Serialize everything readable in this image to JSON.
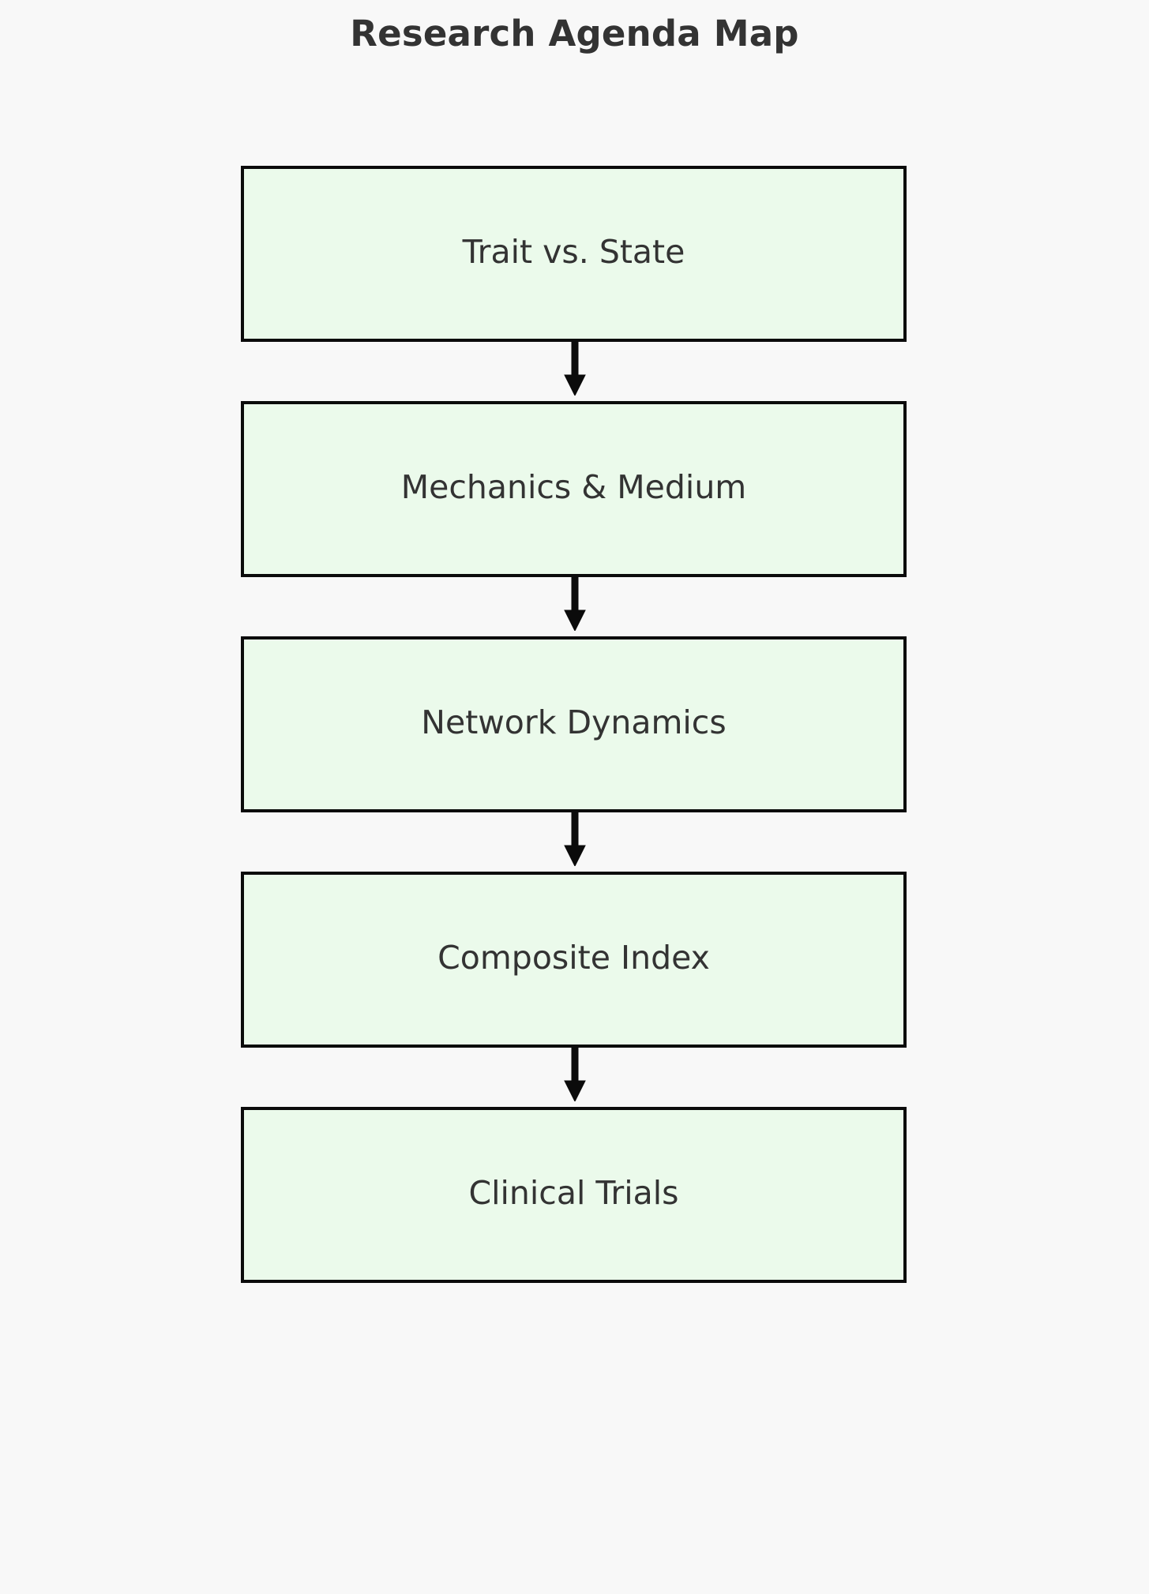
{
  "title": "Research Agenda Map",
  "theme": {
    "background": "#f8f8f8",
    "node_fill": "#ebfaeb",
    "node_border": "#0b0b0b",
    "node_text": "#333333",
    "title_text": "#333333",
    "edge_color": "#0b0b0b"
  },
  "chart_data": {
    "type": "diagram",
    "diagram_kind": "flowchart",
    "direction": "top-to-bottom",
    "title": "Research Agenda Map",
    "nodes": [
      {
        "id": "n1",
        "label": "Trait vs. State"
      },
      {
        "id": "n2",
        "label": "Mechanics & Medium"
      },
      {
        "id": "n3",
        "label": "Network Dynamics"
      },
      {
        "id": "n4",
        "label": "Composite Index"
      },
      {
        "id": "n5",
        "label": "Clinical Trials"
      }
    ],
    "edges": [
      {
        "from": "n1",
        "to": "n2",
        "label": "",
        "arrow": "down"
      },
      {
        "from": "n2",
        "to": "n3",
        "label": "",
        "arrow": "down"
      },
      {
        "from": "n3",
        "to": "n4",
        "label": "",
        "arrow": "down"
      },
      {
        "from": "n4",
        "to": "n5",
        "label": "",
        "arrow": "down"
      }
    ]
  },
  "nodes": [
    {
      "label": "Trait vs. State"
    },
    {
      "label": "Mechanics & Medium"
    },
    {
      "label": "Network Dynamics"
    },
    {
      "label": "Composite Index"
    },
    {
      "label": "Clinical Trials"
    }
  ]
}
